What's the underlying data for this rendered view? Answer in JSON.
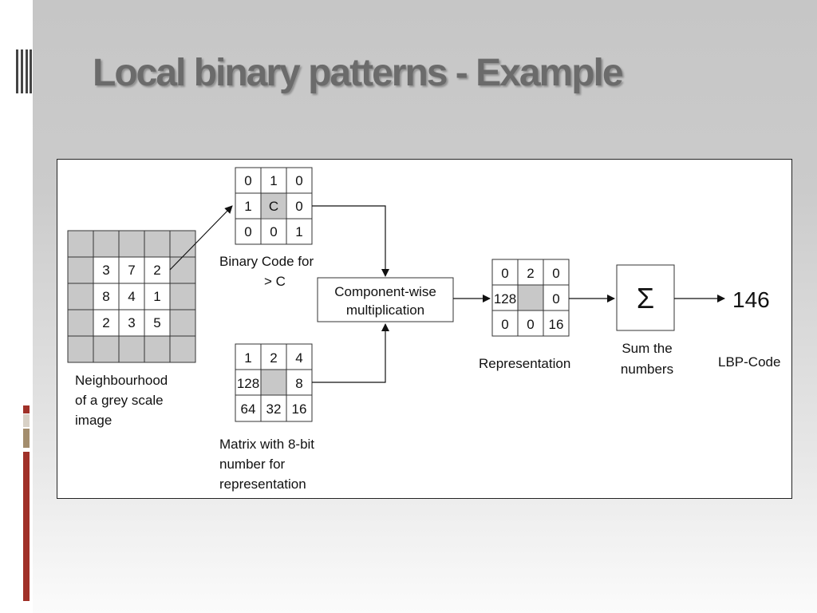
{
  "title": "Local binary patterns - Example",
  "accent_colors": {
    "red": "#a03128",
    "tan": "#a38d6d",
    "title_gray": "#6b6b6b"
  },
  "neighbourhood": {
    "values": [
      [
        "3",
        "7",
        "2"
      ],
      [
        "8",
        "4",
        "1"
      ],
      [
        "2",
        "3",
        "5"
      ]
    ],
    "label_lines": [
      "Neighbourhood",
      "of a grey scale",
      "image"
    ]
  },
  "binary_code": {
    "cells": [
      [
        "0",
        "1",
        "0"
      ],
      [
        "1",
        "C",
        "0"
      ],
      [
        "0",
        "0",
        "1"
      ]
    ],
    "label_lines": [
      "Binary Code for",
      "> C"
    ]
  },
  "weights": {
    "cells": [
      [
        "1",
        "2",
        "4"
      ],
      [
        "128",
        "",
        "8"
      ],
      [
        "64",
        "32",
        "16"
      ]
    ],
    "label_lines": [
      "Matrix with 8-bit",
      "number for",
      "representation"
    ]
  },
  "multiply_box": {
    "lines": [
      "Component-wise",
      "multiplication"
    ]
  },
  "representation": {
    "cells": [
      [
        "0",
        "2",
        "0"
      ],
      [
        "128",
        "",
        "0"
      ],
      [
        "0",
        "0",
        "16"
      ]
    ],
    "label": "Representation"
  },
  "sum_box": {
    "symbol": "Σ",
    "label_lines": [
      "Sum the",
      "numbers"
    ]
  },
  "result": {
    "value": "146",
    "label": "LBP-Code"
  }
}
